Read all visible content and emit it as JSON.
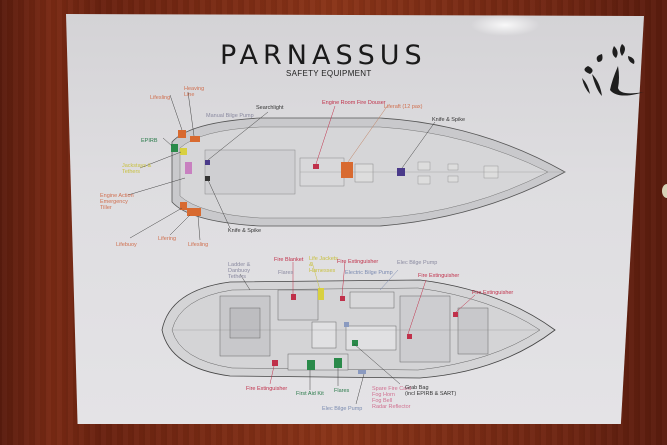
{
  "document": {
    "title": "PARNASSUS",
    "subtitle": "SAFETY EQUIPMENT",
    "logo": "leaf-figure-logo"
  },
  "deck_plan": {
    "labels": [
      {
        "id": "lifesling-top",
        "text": "Lifesling",
        "color": "#d07050"
      },
      {
        "id": "heaving-line",
        "text": "Heaving Line",
        "color": "#d07050"
      },
      {
        "id": "searchlight",
        "text": "Searchlight",
        "color": "#333333"
      },
      {
        "id": "manual-bilge-pump",
        "text": "Manual Bilge Pump",
        "color": "#8a8aa0"
      },
      {
        "id": "epirb",
        "text": "EPIRB",
        "color": "#2a7a4a"
      },
      {
        "id": "jackstays-tethers",
        "text": "Jackstays & Tethers",
        "color": "#c8c040"
      },
      {
        "id": "engine-room-fire-douser",
        "text": "Engine Room Fire Douser",
        "color": "#c0304a"
      },
      {
        "id": "liferaft",
        "text": "Liferaft (12 pax)",
        "color": "#d07050"
      },
      {
        "id": "knife-spike-fwd",
        "text": "Knife & Spike",
        "color": "#333333"
      },
      {
        "id": "engine-emergency",
        "text": "Engine Action Emergency Tiller",
        "color": "#d07050"
      },
      {
        "id": "lifebuoy",
        "text": "Lifebuoy",
        "color": "#d07050"
      },
      {
        "id": "lifering",
        "text": "Lifering",
        "color": "#d07050"
      },
      {
        "id": "lifesling-bottom",
        "text": "Lifesling",
        "color": "#d07050"
      },
      {
        "id": "knife-spike-aft",
        "text": "Knife & Spike",
        "color": "#333333"
      }
    ]
  },
  "accommodation_plan": {
    "labels": [
      {
        "id": "ladder-danbuoy",
        "text": "Ladder & Danbuoy Tethers",
        "color": "#8a8aa0"
      },
      {
        "id": "fire-blanket",
        "text": "Fire Blanket",
        "color": "#c0304a"
      },
      {
        "id": "flares-top",
        "text": "Flares",
        "color": "#8a8aa0"
      },
      {
        "id": "life-jackets",
        "text": "Life Jackets & Harnesses",
        "color": "#c8c040"
      },
      {
        "id": "fire-extinguisher-galley",
        "text": "Fire Extinguisher",
        "color": "#c0304a"
      },
      {
        "id": "electric-bilge-pump",
        "text": "Electric Bilge Pump",
        "color": "#7a8ab0"
      },
      {
        "id": "elec-bilge-pump-fwd",
        "text": "Elec Bilge Pump",
        "color": "#8a8aa0"
      },
      {
        "id": "fire-extinguisher-saloon",
        "text": "Fire Extinguisher",
        "color": "#c0304a"
      },
      {
        "id": "fire-extinguisher-fwd",
        "text": "Fire Extinguisher",
        "color": "#c0304a"
      },
      {
        "id": "fire-extinguisher-aft",
        "text": "Fire Extinguisher",
        "color": "#c0304a"
      },
      {
        "id": "first-aid-kit",
        "text": "First Aid Kit",
        "color": "#2a7a4a"
      },
      {
        "id": "flares-bottom",
        "text": "Flares",
        "color": "#2a7a4a"
      },
      {
        "id": "elec-bilge-pump-aft",
        "text": "Elec Bilge Pump",
        "color": "#7a8ab0"
      },
      {
        "id": "spare-fire-card",
        "text": "Spare Fire Card",
        "color": "#d07090"
      },
      {
        "id": "fog-horn",
        "text": "Fog Horn",
        "color": "#d07090"
      },
      {
        "id": "fog-bell",
        "text": "Fog Bell",
        "color": "#d07090"
      },
      {
        "id": "radar-reflector",
        "text": "Radar Reflector",
        "color": "#d07090"
      },
      {
        "id": "grab-bag",
        "text": "Grab Bag",
        "color": "#333333"
      },
      {
        "id": "grab-bag-contents",
        "text": "(incl EPIRB & SART)",
        "color": "#333333"
      }
    ]
  },
  "colors": {
    "wall": "#7a2a14",
    "sheet": "#dedde0",
    "fire_red": "#c0304a",
    "orange": "#d86a30",
    "green": "#2a8a4a",
    "yellow": "#d8d040",
    "purple": "#4a3a8a"
  }
}
